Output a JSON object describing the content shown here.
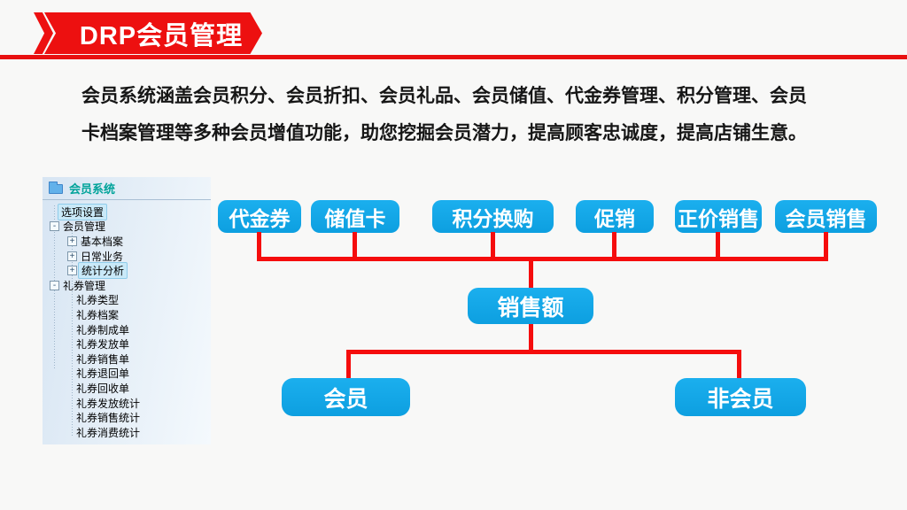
{
  "header": {
    "title": "DRP会员管理"
  },
  "intro": {
    "line1": "会员系统涵盖会员积分、会员折扣、会员礼品、会员储值、代金券管理、积分管理、会员",
    "line2": "卡档案管理等多种会员增值功能，助您挖掘会员潜力，提高顾客忠诚度，提高店铺生意。"
  },
  "sidebar": {
    "root_label": "会员系统",
    "root_icon": "folder-icon",
    "tree": [
      {
        "label": "选项设置",
        "level": 0,
        "expander": "",
        "selected": true
      },
      {
        "label": "会员管理",
        "level": 0,
        "expander": "-",
        "selected": false
      },
      {
        "label": "基本档案",
        "level": 1,
        "expander": "+",
        "selected": false
      },
      {
        "label": "日常业务",
        "level": 1,
        "expander": "+",
        "selected": false
      },
      {
        "label": "统计分析",
        "level": 1,
        "expander": "+",
        "selected": true
      },
      {
        "label": "礼券管理",
        "level": 0,
        "expander": "-",
        "selected": false
      },
      {
        "label": "礼券类型",
        "level": 1,
        "expander": "",
        "selected": false
      },
      {
        "label": "礼券档案",
        "level": 1,
        "expander": "",
        "selected": false
      },
      {
        "label": "礼券制成单",
        "level": 1,
        "expander": "",
        "selected": false
      },
      {
        "label": "礼券发放单",
        "level": 1,
        "expander": "",
        "selected": false
      },
      {
        "label": "礼券销售单",
        "level": 1,
        "expander": "",
        "selected": false
      },
      {
        "label": "礼券退回单",
        "level": 1,
        "expander": "",
        "selected": false
      },
      {
        "label": "礼券回收单",
        "level": 1,
        "expander": "",
        "selected": false
      },
      {
        "label": "礼券发放统计",
        "level": 1,
        "expander": "",
        "selected": false
      },
      {
        "label": "礼券销售统计",
        "level": 1,
        "expander": "",
        "selected": false
      },
      {
        "label": "礼券消费统计",
        "level": 1,
        "expander": "",
        "selected": false
      }
    ]
  },
  "diagram": {
    "top_boxes": [
      {
        "label": "代金券"
      },
      {
        "label": "储值卡"
      },
      {
        "label": "积分换购"
      },
      {
        "label": "促销"
      },
      {
        "label": "正价销售"
      },
      {
        "label": "会员销售"
      }
    ],
    "middle_box": {
      "label": "销售额"
    },
    "bottom_boxes": [
      {
        "label": "会员"
      },
      {
        "label": "非会员"
      }
    ],
    "box_color": "#10a6e6",
    "line_color": "#f50d0d",
    "banner_color": "#ed1010"
  }
}
